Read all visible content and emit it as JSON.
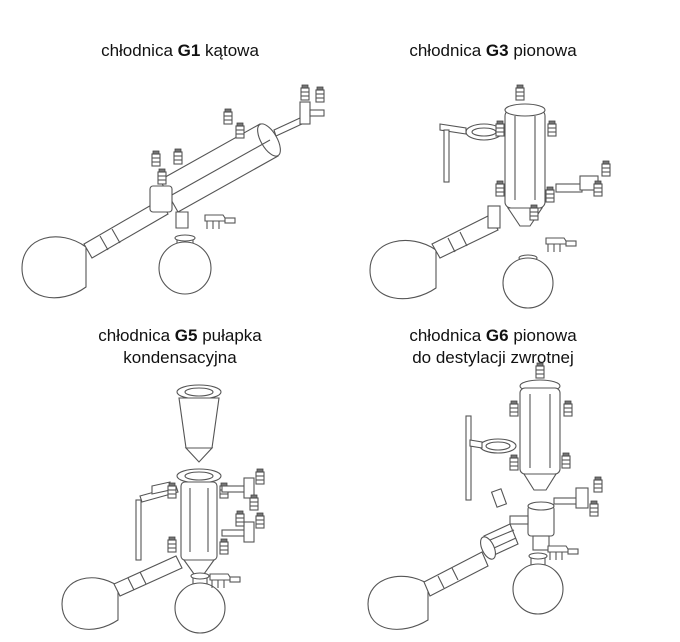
{
  "panels": {
    "g1": {
      "prefix": "chłodnica ",
      "code": "G1",
      "suffix": " kątowa",
      "line2": ""
    },
    "g3": {
      "prefix": "chłodnica ",
      "code": "G3",
      "suffix": " pionowa",
      "line2": ""
    },
    "g5": {
      "prefix": "chłodnica ",
      "code": "G5",
      "suffix": " pułapka",
      "line2": "kondensacyjna"
    },
    "g6": {
      "prefix": "chłodnica ",
      "code": "G6",
      "suffix": " pionowa",
      "line2": "do destylacji zwrotnej"
    }
  }
}
